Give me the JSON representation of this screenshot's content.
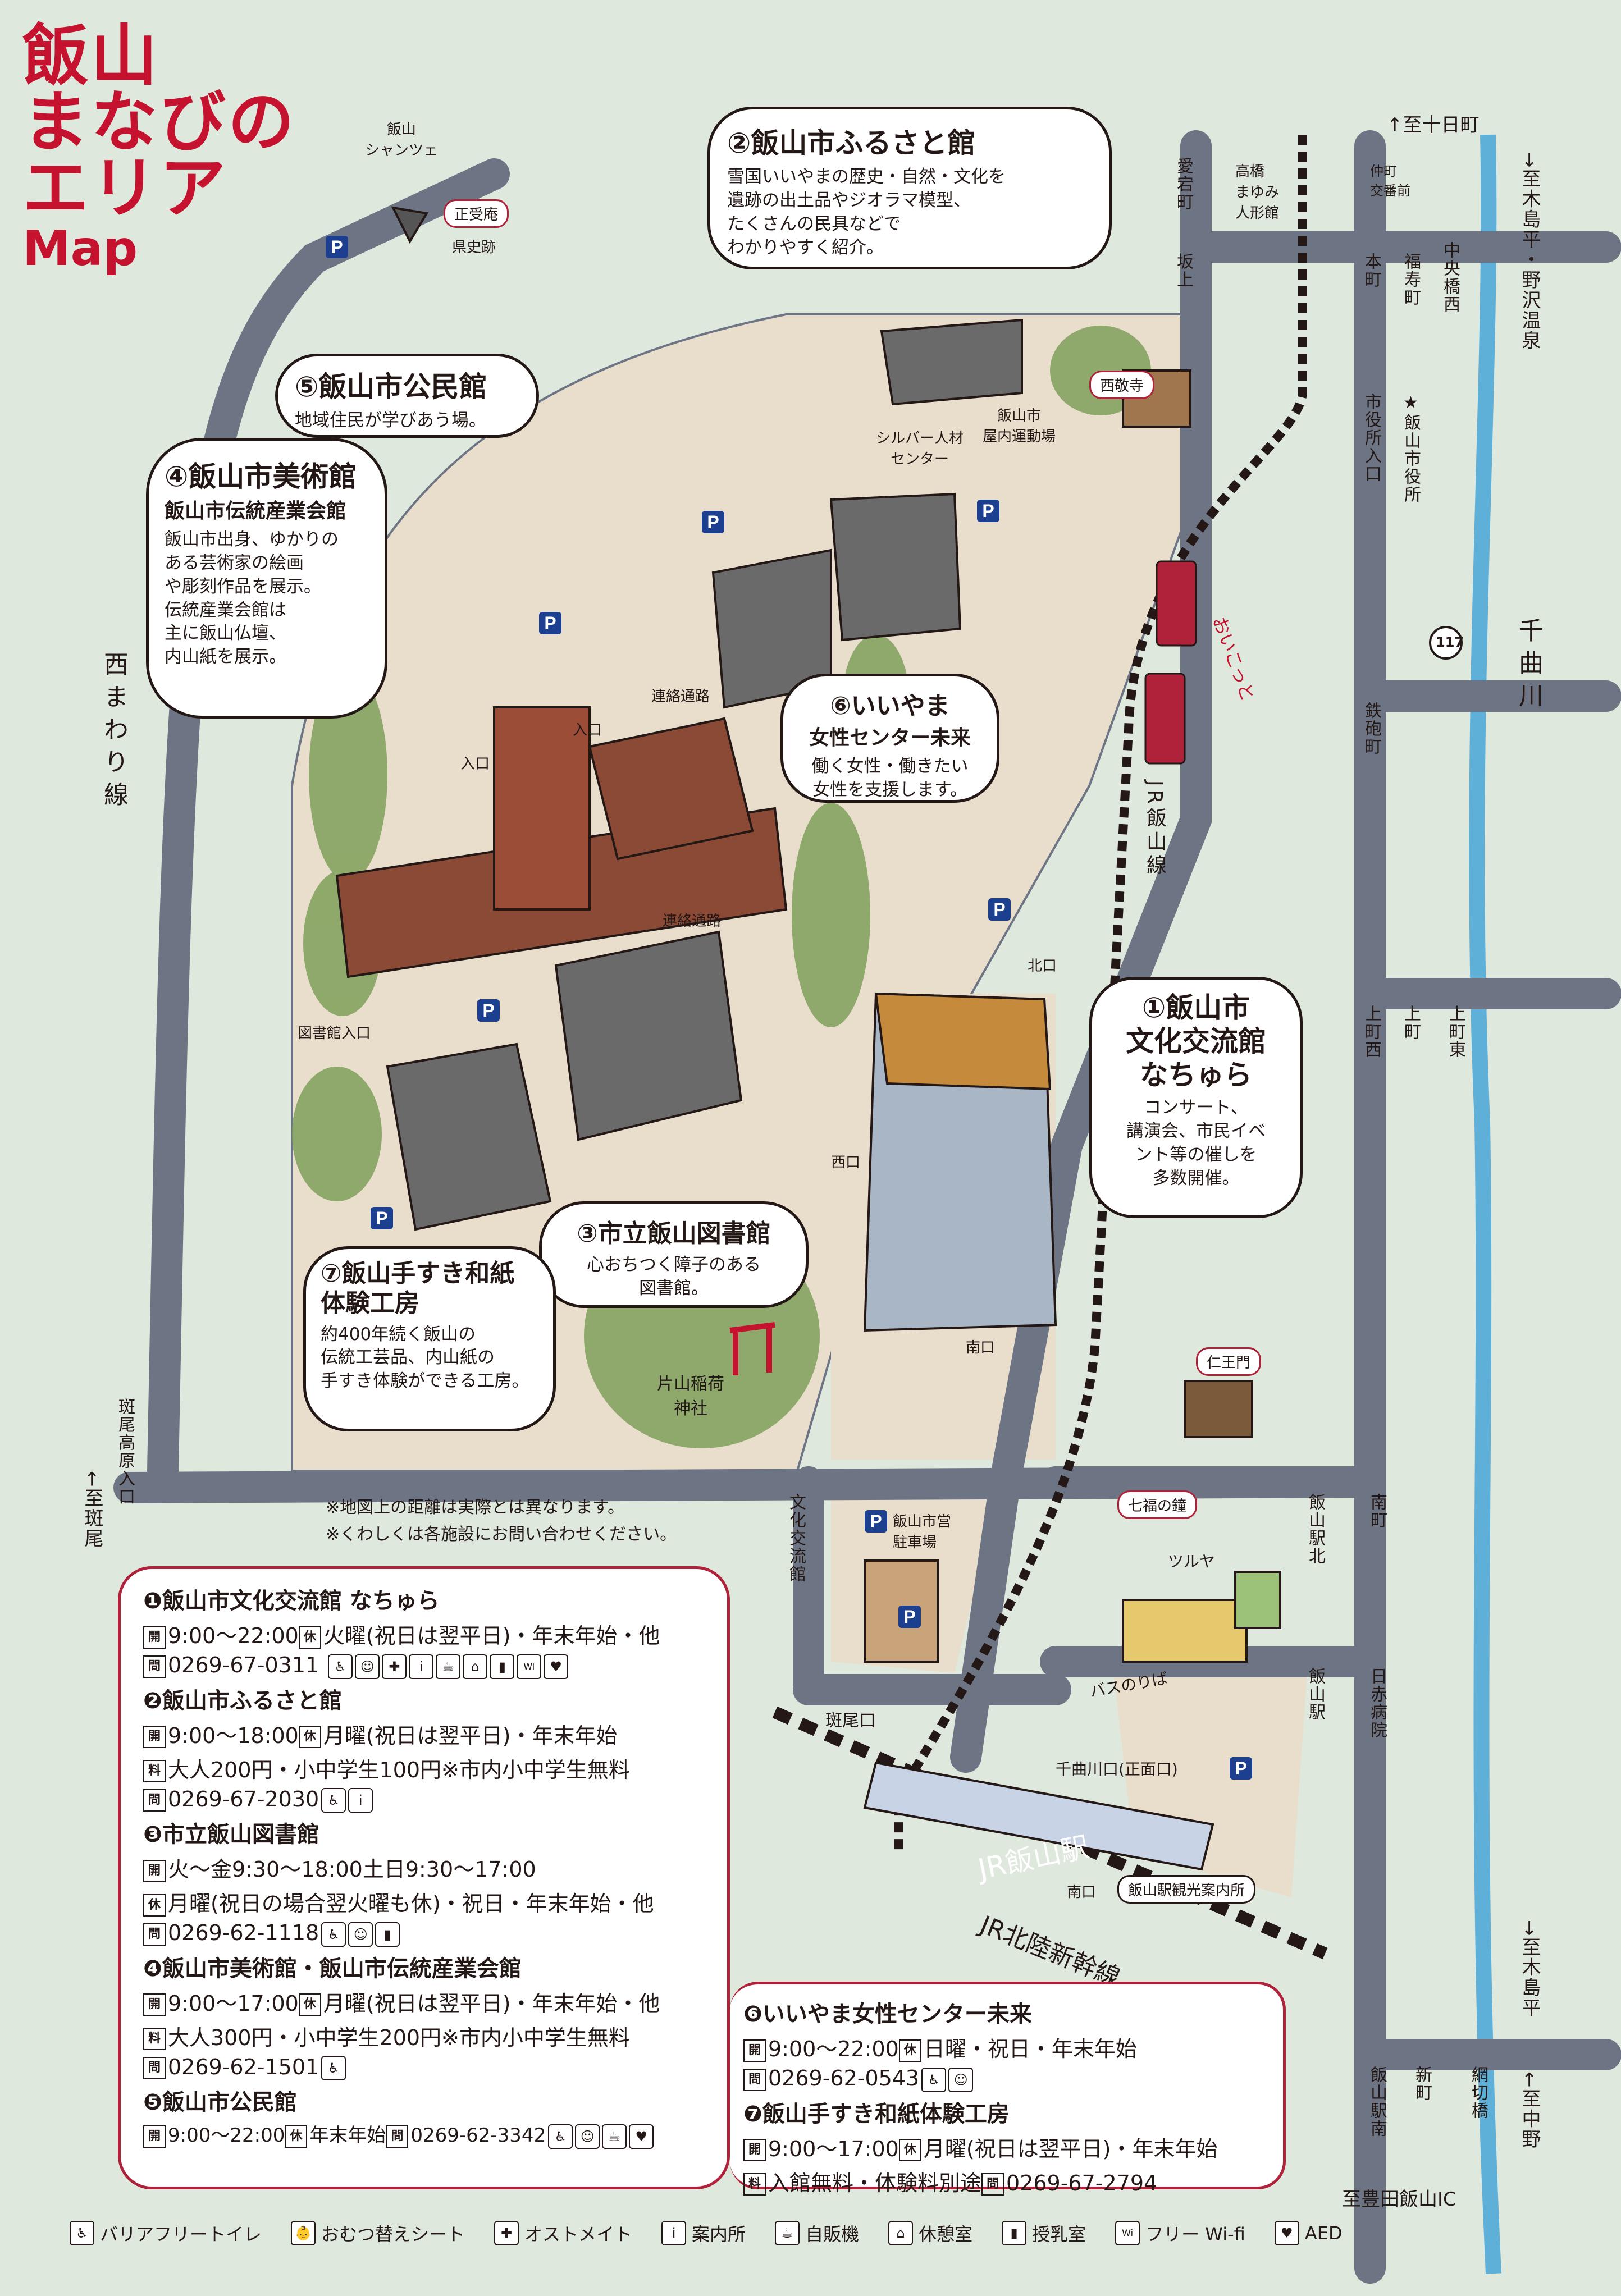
{
  "title": {
    "line1": "飯山",
    "line2": "まなびの",
    "line3": "エリア",
    "line4": "Map"
  },
  "facilities": [
    {
      "no": "①",
      "name_lines": [
        "飯山市",
        "文化交流館",
        "なちゅら"
      ],
      "desc": "コンサート、\n講演会、市民イベ\nント等の催しを\n多数開催。"
    },
    {
      "no": "②",
      "name": "飯山市ふるさと館",
      "desc": "雪国いいやまの歴史・自然・文化を\n遺跡の出土品やジオラマ模型、\nたくさんの民具などで\nわかりやすく紹介。"
    },
    {
      "no": "③",
      "name": "市立飯山図書館",
      "desc": "心おちつく障子のある\n図書館。"
    },
    {
      "no": "④",
      "name": "飯山市美術館",
      "sub": "飯山市伝統産業会館",
      "desc": "飯山市出身、ゆかりの\nある芸術家の絵画\nや彫刻作品を展示。\n伝統産業会館は\n主に飯山仏壇、\n内山紙を展示。"
    },
    {
      "no": "⑤",
      "name": "飯山市公民館",
      "desc": "地域住民が学びあう場。"
    },
    {
      "no": "⑥",
      "name_lines": [
        "いいやま",
        "女性センター未来"
      ],
      "desc": "働く女性・働きたい\n女性を支援します。"
    },
    {
      "no": "⑦",
      "name_lines": [
        "飯山手すき和紙",
        "体験工房"
      ],
      "desc": "約400年続く飯山の\n伝統工芸品、内山紙の\n手すき体験ができる工房。"
    }
  ],
  "map_labels": {
    "shanze": "飯山\nシャンツェ",
    "shoju": "正受庵",
    "kenshi": "県史跡",
    "saikei": "西敬寺",
    "silver": "シルバー人材\nセンター",
    "okunai": "飯山市\n屋内運動場",
    "takahashi": "高橋\nまゆみ\n人形館",
    "renraku1": "連絡通路",
    "renraku2": "連絡通路",
    "iriguchi1": "入口",
    "iriguchi2": "入口",
    "toshokan_iri": "図書館入口",
    "kitaguchi": "北口",
    "nishiguchi": "西口",
    "minamiguchi": "南口",
    "katayama": "片山稲荷\n神社",
    "nioumon": "仁王門",
    "shichifuku": "七福の鐘",
    "eigyo_p": "飯山市営\n駐車場",
    "tsuruya": "ツルヤ",
    "bus": "バスのりば",
    "madanguchi": "斑尾口",
    "chikuma_guchi": "千曲川口(正面口)",
    "station": "JR飯山駅",
    "minami_guchi2": "南口",
    "kanko": "飯山駅観光案内所",
    "shinkansen": "JR北陸新幹線",
    "oiyakot": "おいこっと",
    "route": "117"
  },
  "road_labels": {
    "nishimawari": "西まわり線",
    "iiyamasen": "JR飯山線",
    "chikumagawa": "千曲川",
    "atago": "愛宕町",
    "sakaue": "坂上",
    "nakamachi": "仲町\n交番前",
    "honmachi": "本町",
    "fukuju": "福寿町",
    "chuo": "中央橋西",
    "shiyakusho_iri": "市役所入口",
    "shiyakusho": "★飯山市役所",
    "teppo": "鉄砲町",
    "kamimachi_nishi": "上町西",
    "kamimachi": "上町",
    "kamimachi_higashi": "上町東",
    "bunka": "文化交流館",
    "eki_kita": "飯山駅北",
    "minamimachi": "南町",
    "eki": "飯山駅",
    "nisseki": "日赤病院",
    "eki_minami": "飯山駅南",
    "shinmachi": "新町",
    "amikiri": "網切橋",
    "madarao_kogen": "斑尾高原入口",
    "to_tokamachi": "↑至十日町",
    "to_kijima_nozawa": "→至木島平・野沢温泉",
    "to_kijima": "→至木島平",
    "to_nakano": "←至中野",
    "to_toyota": "至豊田飯山IC",
    "to_madarao": "←至斑尾"
  },
  "notes": [
    "※地図上の距離は実際とは異なります。",
    "※くわしくは各施設にお問い合わせください。"
  ],
  "info_left": [
    {
      "h": "❶飯山市文化交流館 なちゅら",
      "rows": [
        {
          "k": "開",
          "t": "9:00～22:00"
        },
        {
          "k": "休",
          "t": "火曜(祝日は翌平日)・年末年始・他"
        },
        {
          "k": "問",
          "t": "0269-67-0311",
          "icons": [
            "toilet",
            "baby",
            "ostomy",
            "info",
            "vending",
            "rest",
            "nursing",
            "wifi",
            "aed"
          ]
        }
      ]
    },
    {
      "h": "❷飯山市ふるさと館",
      "rows": [
        {
          "k": "開",
          "t": "9:00～18:00"
        },
        {
          "k": "休",
          "t": "月曜(祝日は翌平日)・年末年始"
        },
        {
          "k": "料",
          "t": "大人200円・小中学生100円※市内小中学生無料"
        },
        {
          "k": "問",
          "t": "0269-67-2030",
          "icons": [
            "toilet",
            "info"
          ]
        }
      ]
    },
    {
      "h": "❸市立飯山図書館",
      "rows": [
        {
          "k": "開",
          "t": "火～金9:30～18:00土日9:30～17:00"
        },
        {
          "k": "休",
          "t": "月曜(祝日の場合翌火曜も休)・祝日・年末年始・他"
        },
        {
          "k": "問",
          "t": "0269-62-1118",
          "icons": [
            "toilet",
            "baby",
            "nursing"
          ]
        }
      ]
    },
    {
      "h": "❹飯山市美術館・飯山市伝統産業会館",
      "rows": [
        {
          "k": "開",
          "t": "9:00～17:00"
        },
        {
          "k": "休",
          "t": "月曜(祝日は翌平日)・年末年始・他"
        },
        {
          "k": "料",
          "t": "大人300円・小中学生200円※市内小中学生無料"
        },
        {
          "k": "問",
          "t": "0269-62-1501",
          "icons": [
            "toilet"
          ]
        }
      ]
    },
    {
      "h": "❺飯山市公民館",
      "rows": [
        {
          "k": "開",
          "t": "9:00～22:00"
        },
        {
          "k": "休",
          "t": "年末年始"
        },
        {
          "k": "問",
          "t": "0269-62-3342",
          "icons": [
            "toilet",
            "baby",
            "vending",
            "aed"
          ]
        }
      ]
    }
  ],
  "info_right": [
    {
      "h": "❻いいやま女性センター未来",
      "rows": [
        {
          "k": "開",
          "t": "9:00～22:00"
        },
        {
          "k": "休",
          "t": "日曜・祝日・年末年始"
        },
        {
          "k": "問",
          "t": "0269-62-0543",
          "icons": [
            "toilet",
            "baby"
          ]
        }
      ]
    },
    {
      "h": "❼飯山手すき和紙体験工房",
      "rows": [
        {
          "k": "開",
          "t": "9:00～17:00"
        },
        {
          "k": "休",
          "t": "月曜(祝日は翌平日)・年末年始"
        },
        {
          "k": "料",
          "t": "入館無料・体験料別途"
        },
        {
          "k": "問",
          "t": "0269-67-2794"
        }
      ]
    }
  ],
  "legend": [
    {
      "icon": "toilet",
      "glyph": "♿",
      "label": "バリアフリートイレ"
    },
    {
      "icon": "baby",
      "glyph": "👶",
      "label": "おむつ替えシート"
    },
    {
      "icon": "ostomy",
      "glyph": "✚",
      "label": "オストメイト"
    },
    {
      "icon": "info",
      "glyph": "i",
      "label": "案内所"
    },
    {
      "icon": "vending",
      "glyph": "☕",
      "label": "自販機"
    },
    {
      "icon": "rest",
      "glyph": "⌂",
      "label": "休憩室"
    },
    {
      "icon": "nursing",
      "glyph": "▮",
      "label": "授乳室"
    },
    {
      "icon": "wifi",
      "glyph": "Wi",
      "label": "フリー Wi-fi"
    },
    {
      "icon": "aed",
      "glyph": "♥",
      "label": "AED"
    }
  ],
  "colors": {
    "accent": "#c4122f",
    "road": "#6d7585",
    "river": "#5fb0d9",
    "ground": "#e9ddcc",
    "tree": "#7fa05a",
    "parking": "#1d3f8f"
  }
}
